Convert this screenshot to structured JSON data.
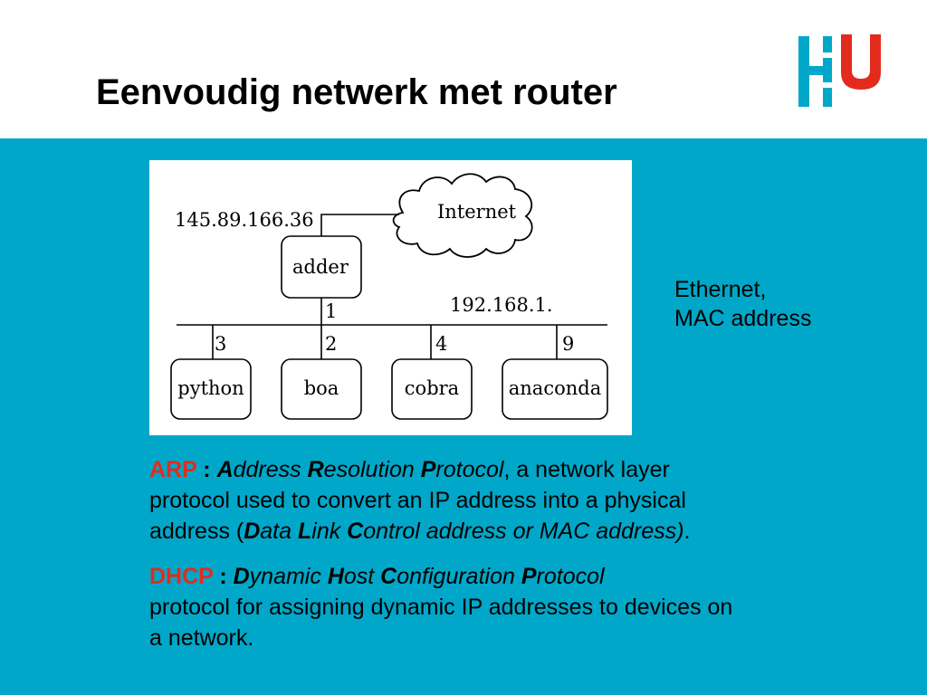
{
  "slide": {
    "title": "Eenvoudig netwerk met router",
    "logo_colors": {
      "blue": "#00a7c9",
      "red": "#e32b1d"
    },
    "background_color": "#00a7c9"
  },
  "diagram": {
    "router_ip": "145.89.166.36",
    "internet_label": "Internet",
    "router_label": "adder",
    "subnet_label": "192.168.1.",
    "router_port": "1",
    "hosts": [
      {
        "name": "python",
        "port": "3"
      },
      {
        "name": "boa",
        "port": "2"
      },
      {
        "name": "cobra",
        "port": "4"
      },
      {
        "name": "anaconda",
        "port": "9"
      }
    ]
  },
  "side_note": {
    "line1": "Ethernet,",
    "line2": "MAC address"
  },
  "arp": {
    "acronym": "ARP",
    "sep": " : ",
    "w1_first": "A",
    "w1_rest": "ddress ",
    "w2_first": "R",
    "w2_rest": "esolution ",
    "w3_first": "P",
    "w3_rest": "rotocol",
    "line1_tail": ", a network layer",
    "line2": "protocol used to convert an IP address into a physical",
    "line3_start": "address (",
    "d_first": "D",
    "d_rest": "ata ",
    "l_first": "L",
    "l_rest": "ink ",
    "c_first": "C",
    "c_rest": "ontrol address or MAC address)",
    "line3_end": "."
  },
  "dhcp": {
    "acronym": "DHCP",
    "sep": " : ",
    "w1_first": "D",
    "w1_rest": "ynamic ",
    "w2_first": "H",
    "w2_rest": "ost ",
    "w3_first": "C",
    "w3_rest": "onfiguration ",
    "w4_first": "P",
    "w4_rest": "rotocol",
    "line2": "protocol for assigning dynamic IP addresses to devices on",
    "line3": "a network."
  }
}
